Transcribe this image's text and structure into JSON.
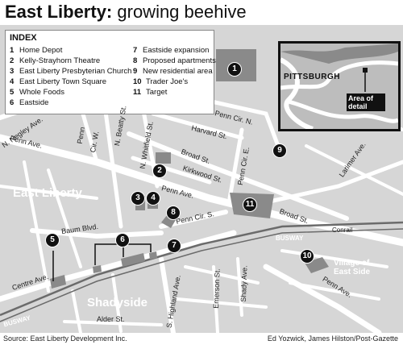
{
  "title": {
    "bold": "East Liberty:",
    "sub": " growing beehive"
  },
  "index": {
    "header": "INDEX",
    "items": [
      {
        "n": "1",
        "label": "Home Depot"
      },
      {
        "n": "2",
        "label": "Kelly-Strayhorn Theatre"
      },
      {
        "n": "3",
        "label": "East Liberty Presbyterian Church"
      },
      {
        "n": "4",
        "label": "East Liberty Town Square"
      },
      {
        "n": "5",
        "label": "Whole Foods"
      },
      {
        "n": "6",
        "label": "Eastside"
      },
      {
        "n": "7",
        "label": "Eastside expansion"
      },
      {
        "n": "8",
        "label": "Proposed apartments"
      },
      {
        "n": "9",
        "label": "New residential area"
      },
      {
        "n": "10",
        "label": "Trader Joe's"
      },
      {
        "n": "11",
        "label": "Target"
      }
    ]
  },
  "inset": {
    "city": "PITTSBURGH",
    "detail": "Area of\ndetail"
  },
  "labels": {
    "neighborhood_east_liberty": "East Liberty",
    "neighborhood_shadyside": "Shadyside",
    "village_east_side": "Village of\nEast Side",
    "busway_1": "BUSWAY",
    "busway_2": "BUSWAY",
    "conrail": "Conrail",
    "penn_ave_1": "Penn Ave.",
    "penn_ave_2": "Penn Ave.",
    "penn_ave_3": "Penn Ave.",
    "penn_cir_n": "Penn Cir. N.",
    "penn_cir_e": "Penn Cir. E.",
    "penn_cir_s": "Penn Cir. S.",
    "penn_street": "Penn",
    "harvard_st": "Harvard St.",
    "broad_st_1": "Broad St.",
    "broad_st_2": "Broad St.",
    "kirkwood_st": "Kirkwood St.",
    "n_whitfield_st": "N. Whitfield St.",
    "n_beatty_st": "N. Beatty St.",
    "cir_w": "Cir. W.",
    "n_negley_ave": "N. Negley Ave.",
    "larimer_ave": "Larimer Ave.",
    "baum_blvd": "Baum Blvd.",
    "centre_ave": "Centre Ave.",
    "s_highland_ave": "S. Highland Ave.",
    "emerson_st": "Emerson St.",
    "shady_ave": "Shady Ave.",
    "alder_st": "Alder St."
  },
  "footer": {
    "source": "Source: East Liberty Development Inc.",
    "credit": "Ed Yozwick, James Hilston/Post-Gazette"
  },
  "colors": {
    "map_bg": "#d6d6d6",
    "street": "#ffffff",
    "highlight": "#8a8a8a",
    "marker": "#111111",
    "rail": "#6b6b6b"
  }
}
